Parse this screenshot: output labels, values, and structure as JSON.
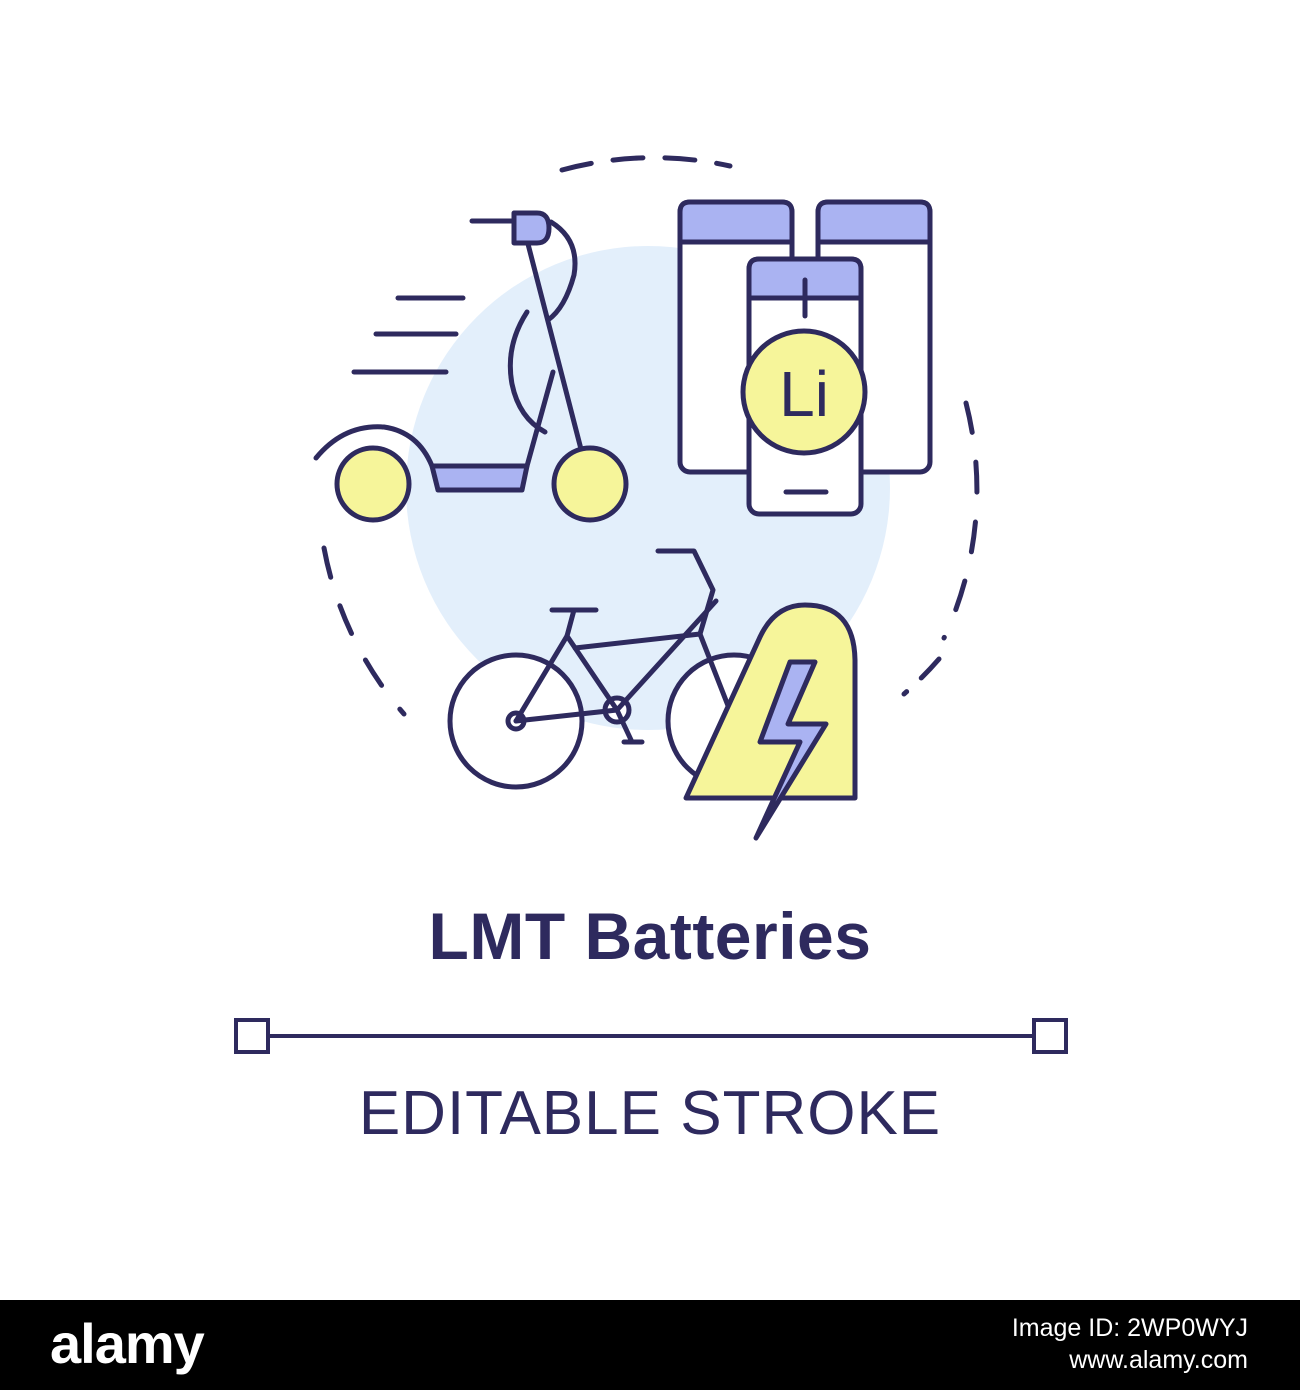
{
  "title": "LMT Batteries",
  "subtitle": "EDITABLE STROKE",
  "battery_label": "Li",
  "watermark": {
    "logo": "alamy",
    "image_id_label": "Image ID: 2WP0WYJ",
    "site": "www.alamy.com"
  },
  "colors": {
    "outline": "#2e2a5e",
    "accent_blue": "#aab3f2",
    "accent_yellow": "#f6f59a",
    "background_circle": "#e3effb",
    "watermark_bar": "#000000"
  },
  "icons": [
    "electric-scooter-icon",
    "battery-pack-icon",
    "lithium-battery-icon",
    "electric-bicycle-icon",
    "lightning-bolt-icon"
  ]
}
